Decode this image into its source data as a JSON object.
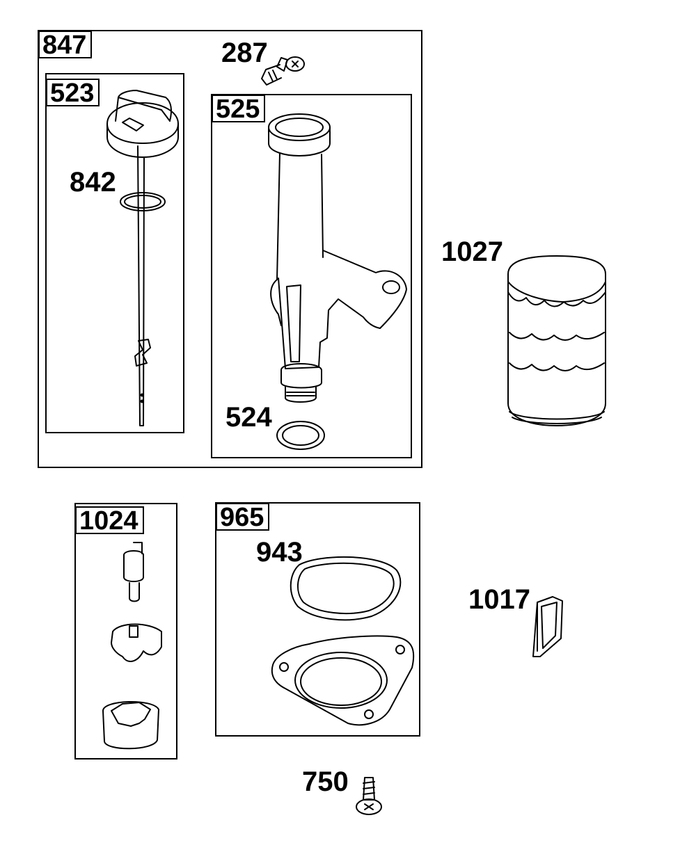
{
  "kits": {
    "k847": "847",
    "k523": "523",
    "k525": "525",
    "k1024": "1024",
    "k965": "965"
  },
  "parts": {
    "p287": "287",
    "p842": "842",
    "p1027": "1027",
    "p524": "524",
    "p943": "943",
    "p1017": "1017",
    "p750": "750"
  }
}
